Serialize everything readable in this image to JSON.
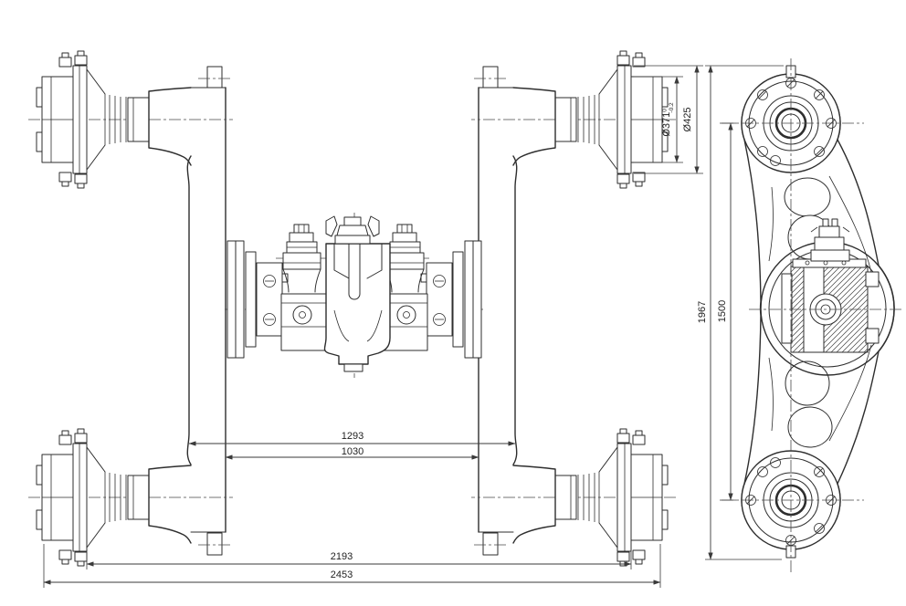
{
  "meta": {
    "background": "#ffffff",
    "line_color": "#2e2e2e",
    "dimension_color": "#3a3a3a"
  },
  "dims": {
    "inner_frame_width": "1030",
    "outer_frame_width": "1293",
    "journal_span": "2193",
    "overall_width": "2453",
    "overall_height": "1967",
    "hub_center_distance": "1500",
    "hub_diameter": "Ø371",
    "hub_diameter_tol_upper": "0",
    "hub_diameter_tol_lower": "-0.2",
    "flange_diameter": "Ø425"
  }
}
